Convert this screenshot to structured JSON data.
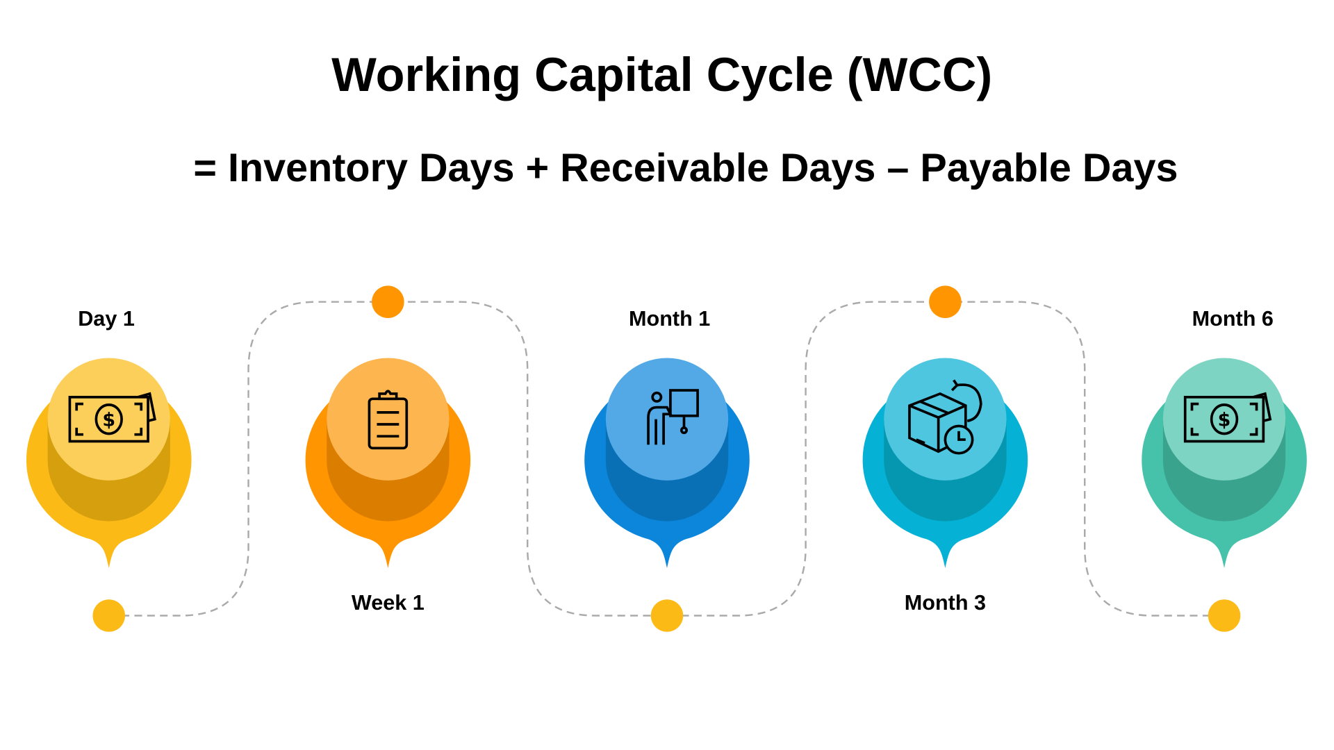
{
  "title": "Working Capital Cycle (WCC)",
  "formula": "= Inventory Days + Receivable Days – Payable Days",
  "steps": [
    {
      "label": "Day 1",
      "icon": "money-icon",
      "colors": {
        "outer": "#FBBA16",
        "dark": "#D69F0E",
        "light": "#FCCF5A"
      }
    },
    {
      "label": "Week 1",
      "icon": "clipboard-icon",
      "colors": {
        "outer": "#FF9500",
        "dark": "#DB7E00",
        "light": "#FDB54F"
      }
    },
    {
      "label": "Month 1",
      "icon": "presentation-icon",
      "colors": {
        "outer": "#0B86DB",
        "dark": "#0A70B6",
        "light": "#52A9E6"
      }
    },
    {
      "label": "Month 3",
      "icon": "delivery-box-clock-icon",
      "colors": {
        "outer": "#05B2D6",
        "dark": "#0596B0",
        "light": "#4FC6E0"
      }
    },
    {
      "label": "Month 6",
      "icon": "money-icon",
      "colors": {
        "outer": "#47C2AA",
        "dark": "#3AA38E",
        "light": "#7DD4C3"
      }
    }
  ],
  "connector_colors": {
    "top_dot": "#FF9500",
    "bottom_dot": "#FBBA16",
    "line": "#AAAAAA"
  }
}
